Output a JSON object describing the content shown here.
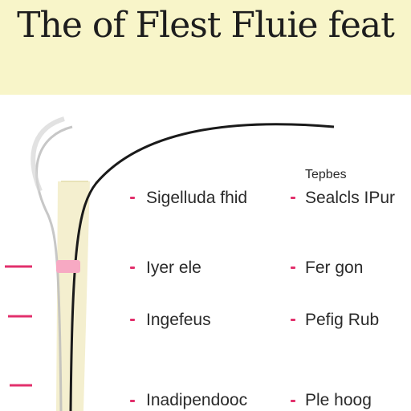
{
  "title": "The of Flest Fluie feat",
  "labels": {
    "top_right_small": "Tepbes",
    "col1": [
      "Sigelluda fhid",
      "Iyer ele",
      "Ingefeus",
      "Inadipendooc"
    ],
    "col2": [
      "Sealcls IPur",
      "Fer gon",
      "Pefig Rub",
      "Ple hoog"
    ]
  },
  "colors": {
    "header_bg": "#f8f5c9",
    "accent_pink": "#e2306c",
    "stem": "#1a1a1a",
    "glass_liquid": "#f4efcf"
  }
}
